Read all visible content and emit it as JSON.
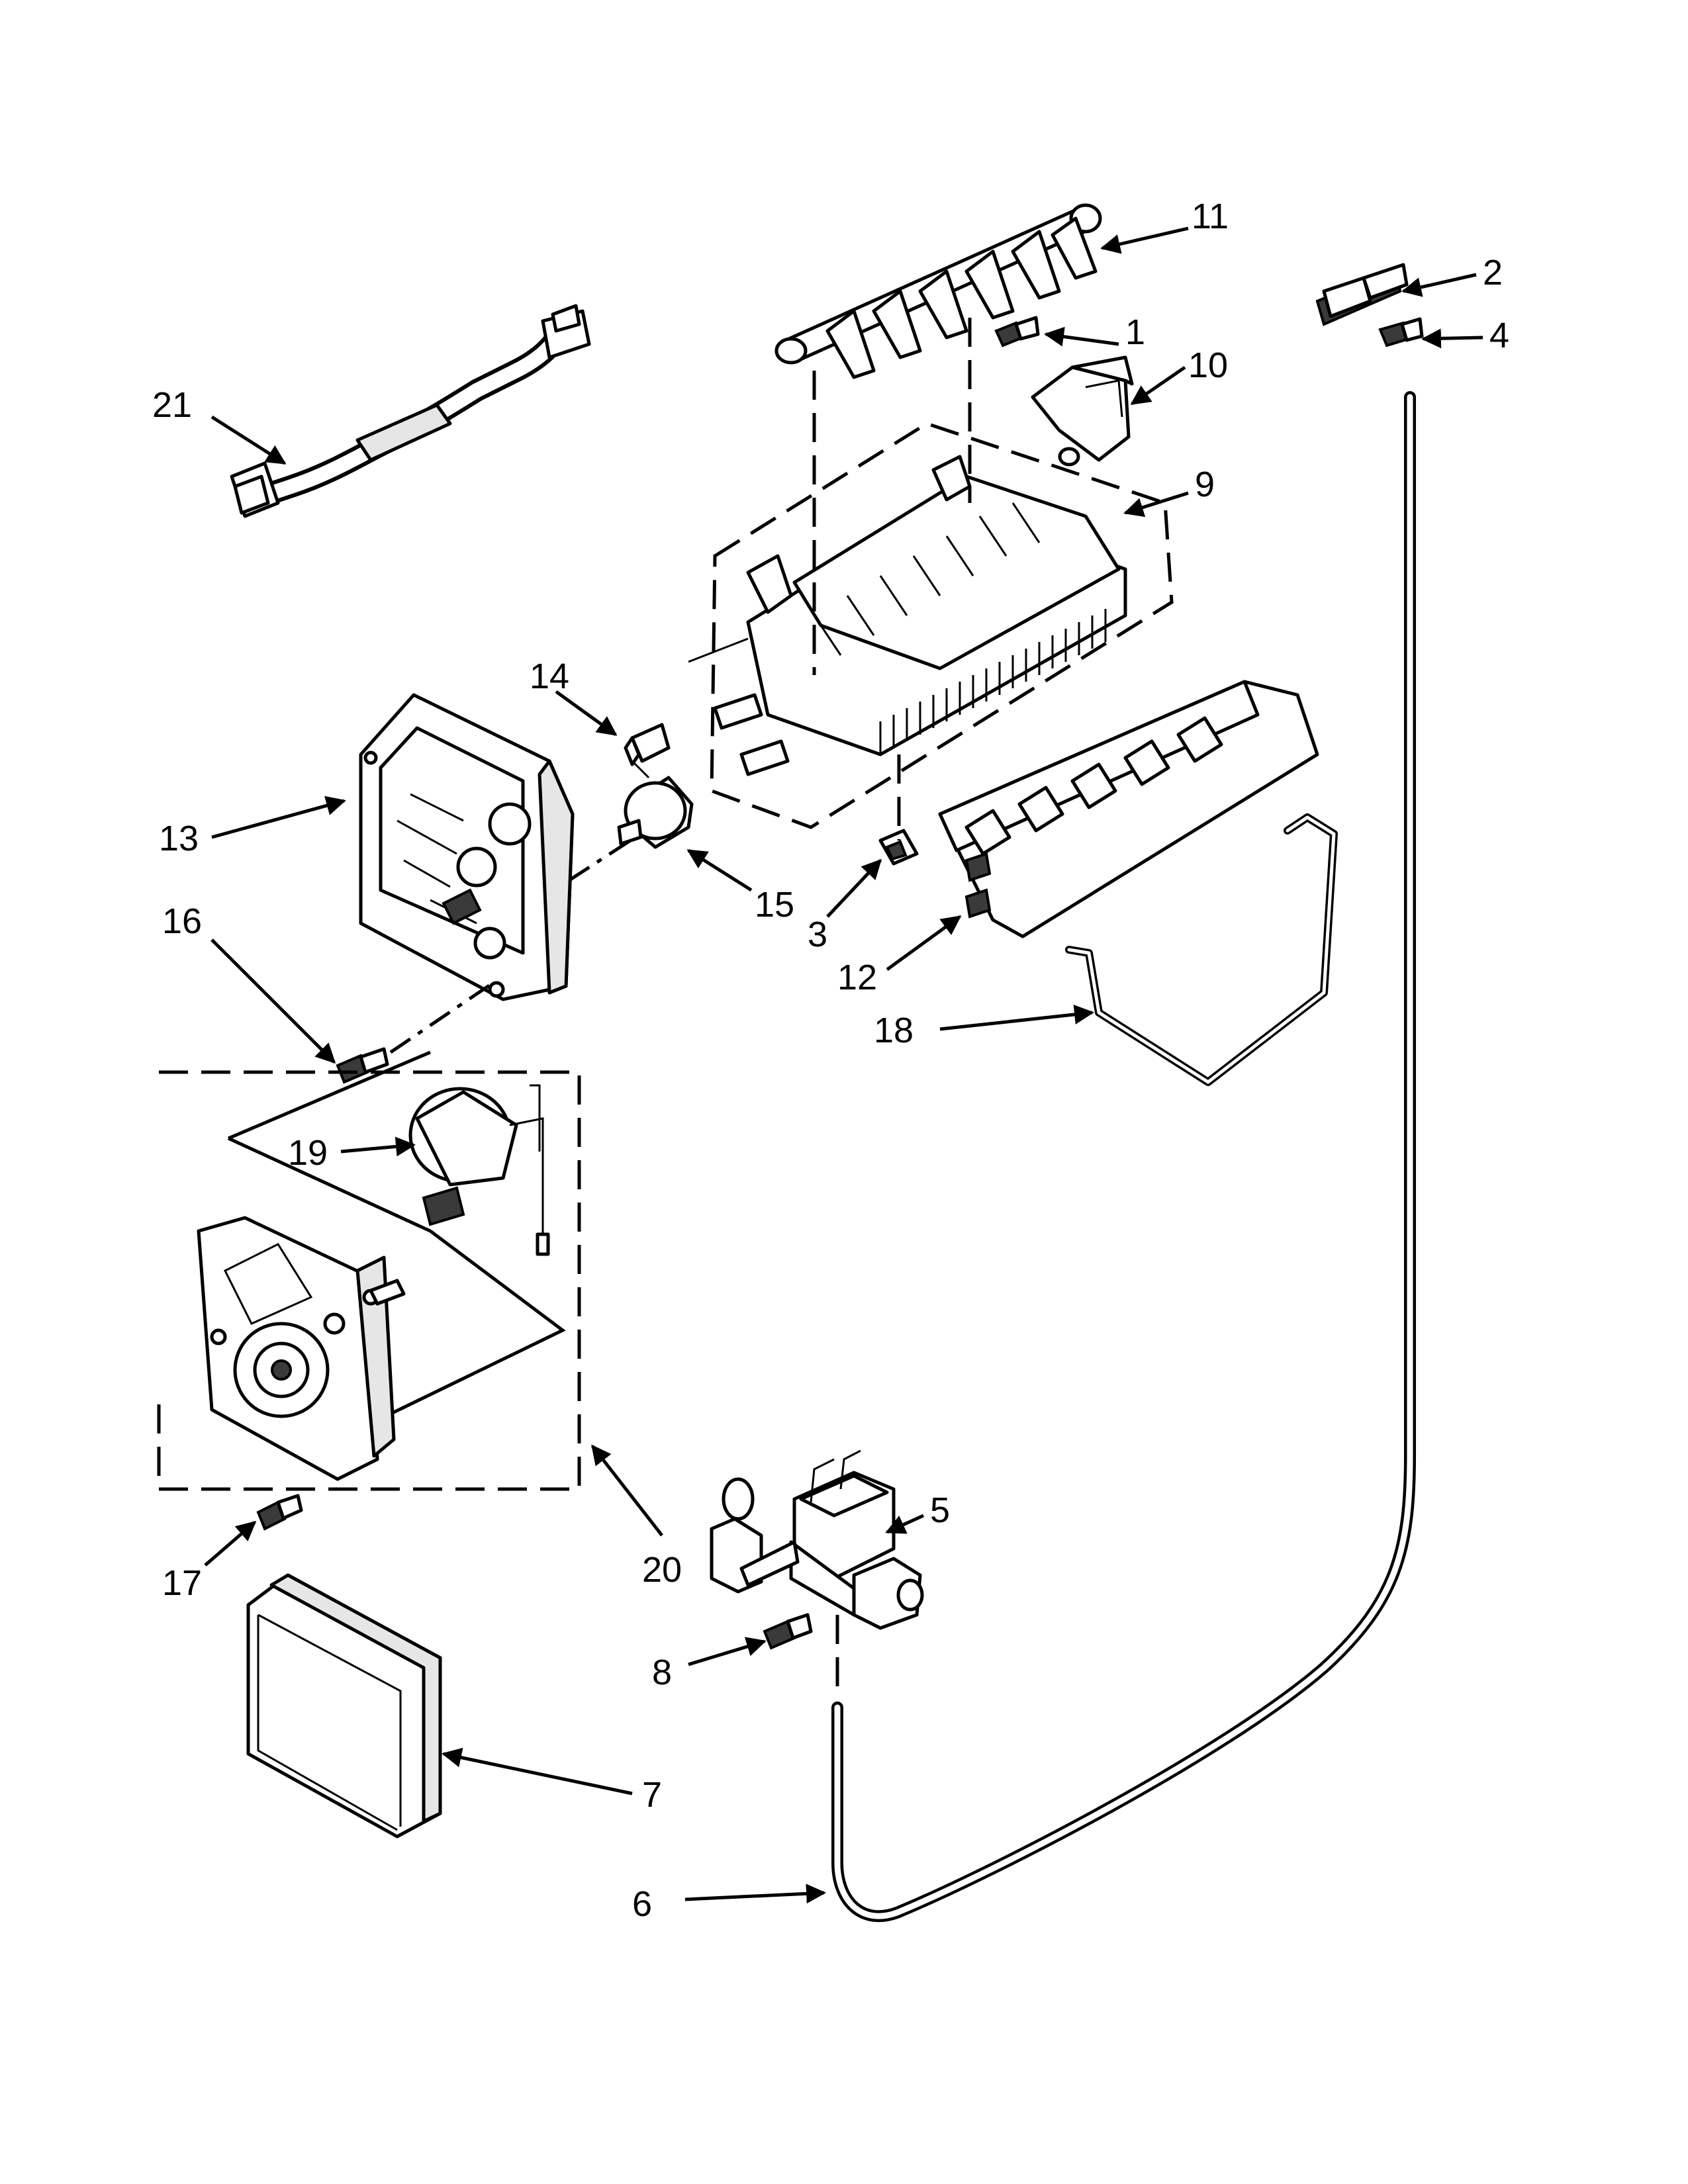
{
  "diagram": {
    "type": "exploded-parts-view",
    "callouts": [
      "1",
      "2",
      "3",
      "4",
      "5",
      "6",
      "7",
      "8",
      "9",
      "10",
      "11",
      "12",
      "13",
      "14",
      "15",
      "16",
      "17",
      "18",
      "19",
      "20",
      "21"
    ]
  },
  "colors": {
    "line": "#000000",
    "background": "#ffffff",
    "shade": "#e6e6e6"
  }
}
